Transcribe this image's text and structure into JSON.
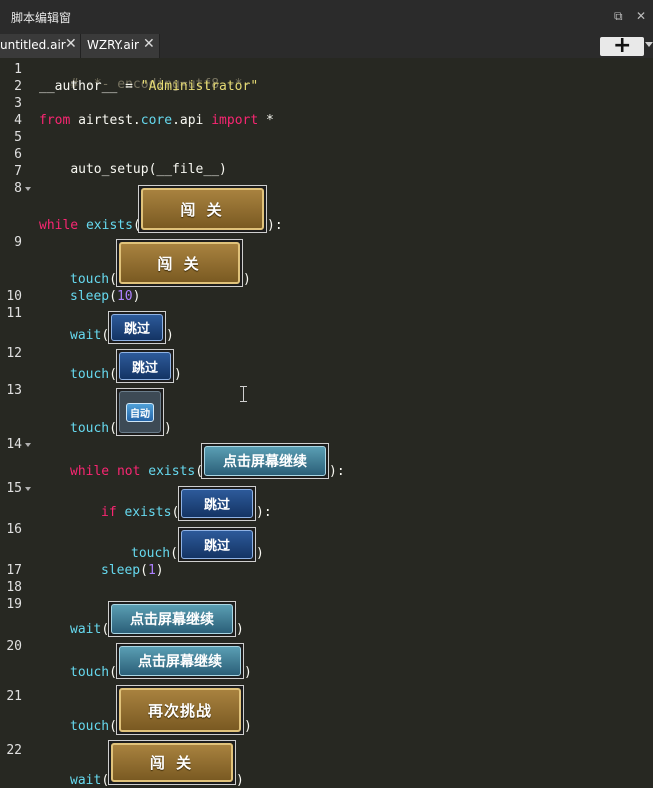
{
  "window": {
    "title": "脚本编辑窗",
    "restore_icon": "restore-icon",
    "close_icon": "close-icon"
  },
  "tabs": [
    {
      "label": "untitled.air",
      "close": "✕"
    },
    {
      "label": "WZRY.air",
      "close": "✕"
    }
  ],
  "toolbar": {
    "add_label": "+"
  },
  "gutter": {
    "line_numbers": [
      "1",
      "2",
      "3",
      "4",
      "5",
      "6",
      "7",
      "8",
      "9",
      "10",
      "11",
      "12",
      "13",
      "14",
      "15",
      "16",
      "17",
      "18",
      "19",
      "20",
      "21",
      "22"
    ]
  },
  "code": {
    "l1": "# -*- encoding=utf8 -*-",
    "l2_a": "__author__",
    "l2_b": " = ",
    "l2_c": "\"Administrator\"",
    "l4_a": "from",
    "l4_b": " airtest.",
    "l4_c": "core",
    "l4_d": ".api ",
    "l4_e": "import",
    "l4_f": " *",
    "l6": "auto_setup(__file__)",
    "kw_while": "while",
    "kw_not": "not",
    "kw_if": "if",
    "fn_exists": "exists",
    "fn_touch": "touch",
    "fn_wait": "wait",
    "fn_sleep": "sleep",
    "paren_open": "(",
    "paren_close": ")",
    "paren_close_colon": "):",
    "num_10": "10",
    "num_1": "1"
  },
  "images": {
    "chuangguan": "闯 关",
    "tiaoguo": "跳过",
    "zidong": "自动",
    "dianji": "点击屏幕继续",
    "zaici": "再次挑战"
  }
}
